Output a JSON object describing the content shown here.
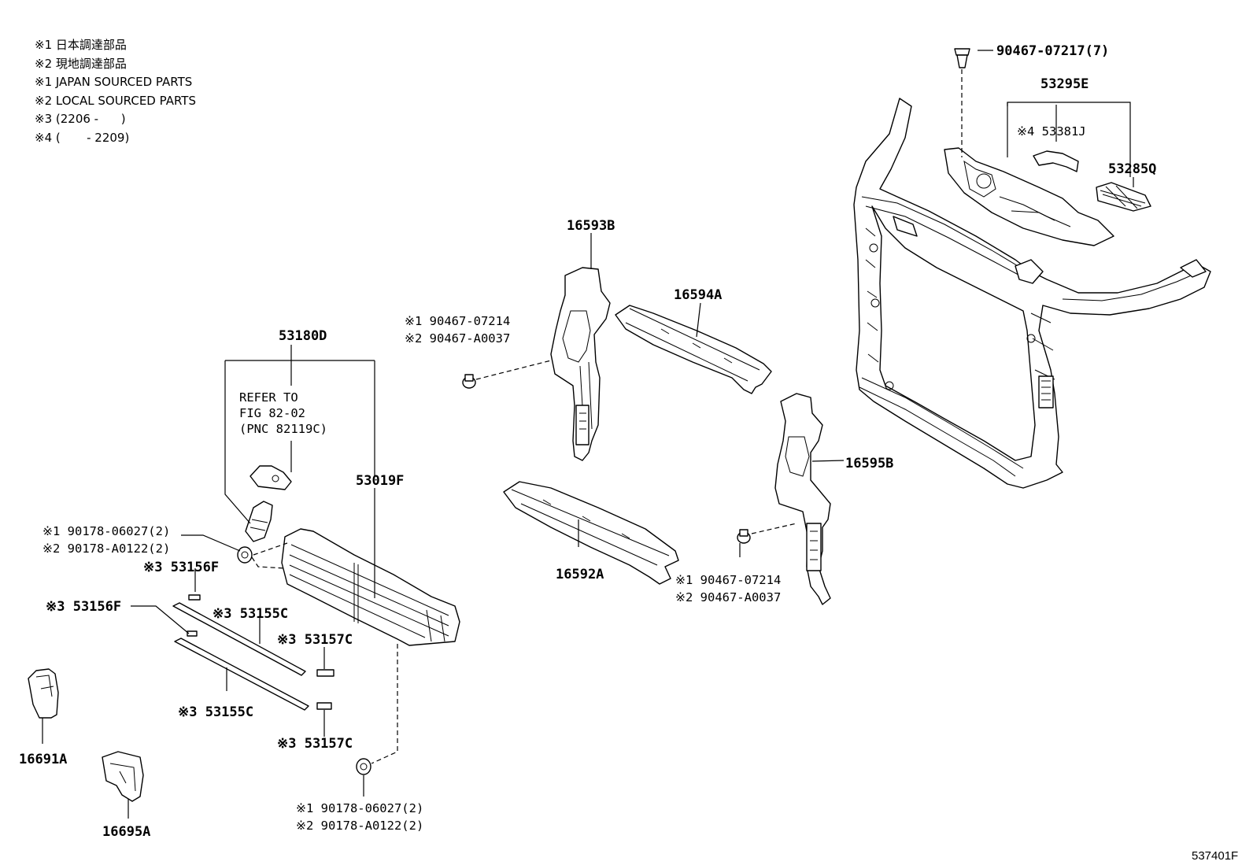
{
  "notes": [
    "※1 日本調達部品",
    "※2 現地調達部品",
    "※1 JAPAN SOURCED PARTS",
    "※2 LOCAL SOURCED PARTS",
    "※3 (2206 -      )",
    "※4 (       - 2209)"
  ],
  "labels": {
    "p90467_07217": "90467-07217(7)",
    "p53295E": "53295E",
    "p53381J": "※4 53381J",
    "p53285Q": "53285Q",
    "p16593B": "16593B",
    "p16594A": "16594A",
    "clip_top_1": "※1 90467-07214",
    "clip_top_2": "※2 90467-A0037",
    "p53180D": "53180D",
    "refer_1": "REFER TO",
    "refer_2": "FIG 82-02",
    "refer_3": "(PNC 82119C)",
    "p53019F": "53019F",
    "p16595B": "16595B",
    "nut_top_1": "※1 90178-06027(2)",
    "nut_top_2": "※2 90178-A0122(2)",
    "p53156F_a": "※3 53156F",
    "p53156F_b": "※3 53156F",
    "p53155C_a": "※3 53155C",
    "p53155C_b": "※3 53155C",
    "p53157C_a": "※3 53157C",
    "p53157C_b": "※3 53157C",
    "p16592A": "16592A",
    "clip_bot_1": "※1 90467-07214",
    "clip_bot_2": "※2 90467-A0037",
    "p16691A": "16691A",
    "p16695A": "16695A",
    "nut_bot_1": "※1 90178-06027(2)",
    "nut_bot_2": "※2 90178-A0122(2)",
    "figure_id": "537401F"
  }
}
